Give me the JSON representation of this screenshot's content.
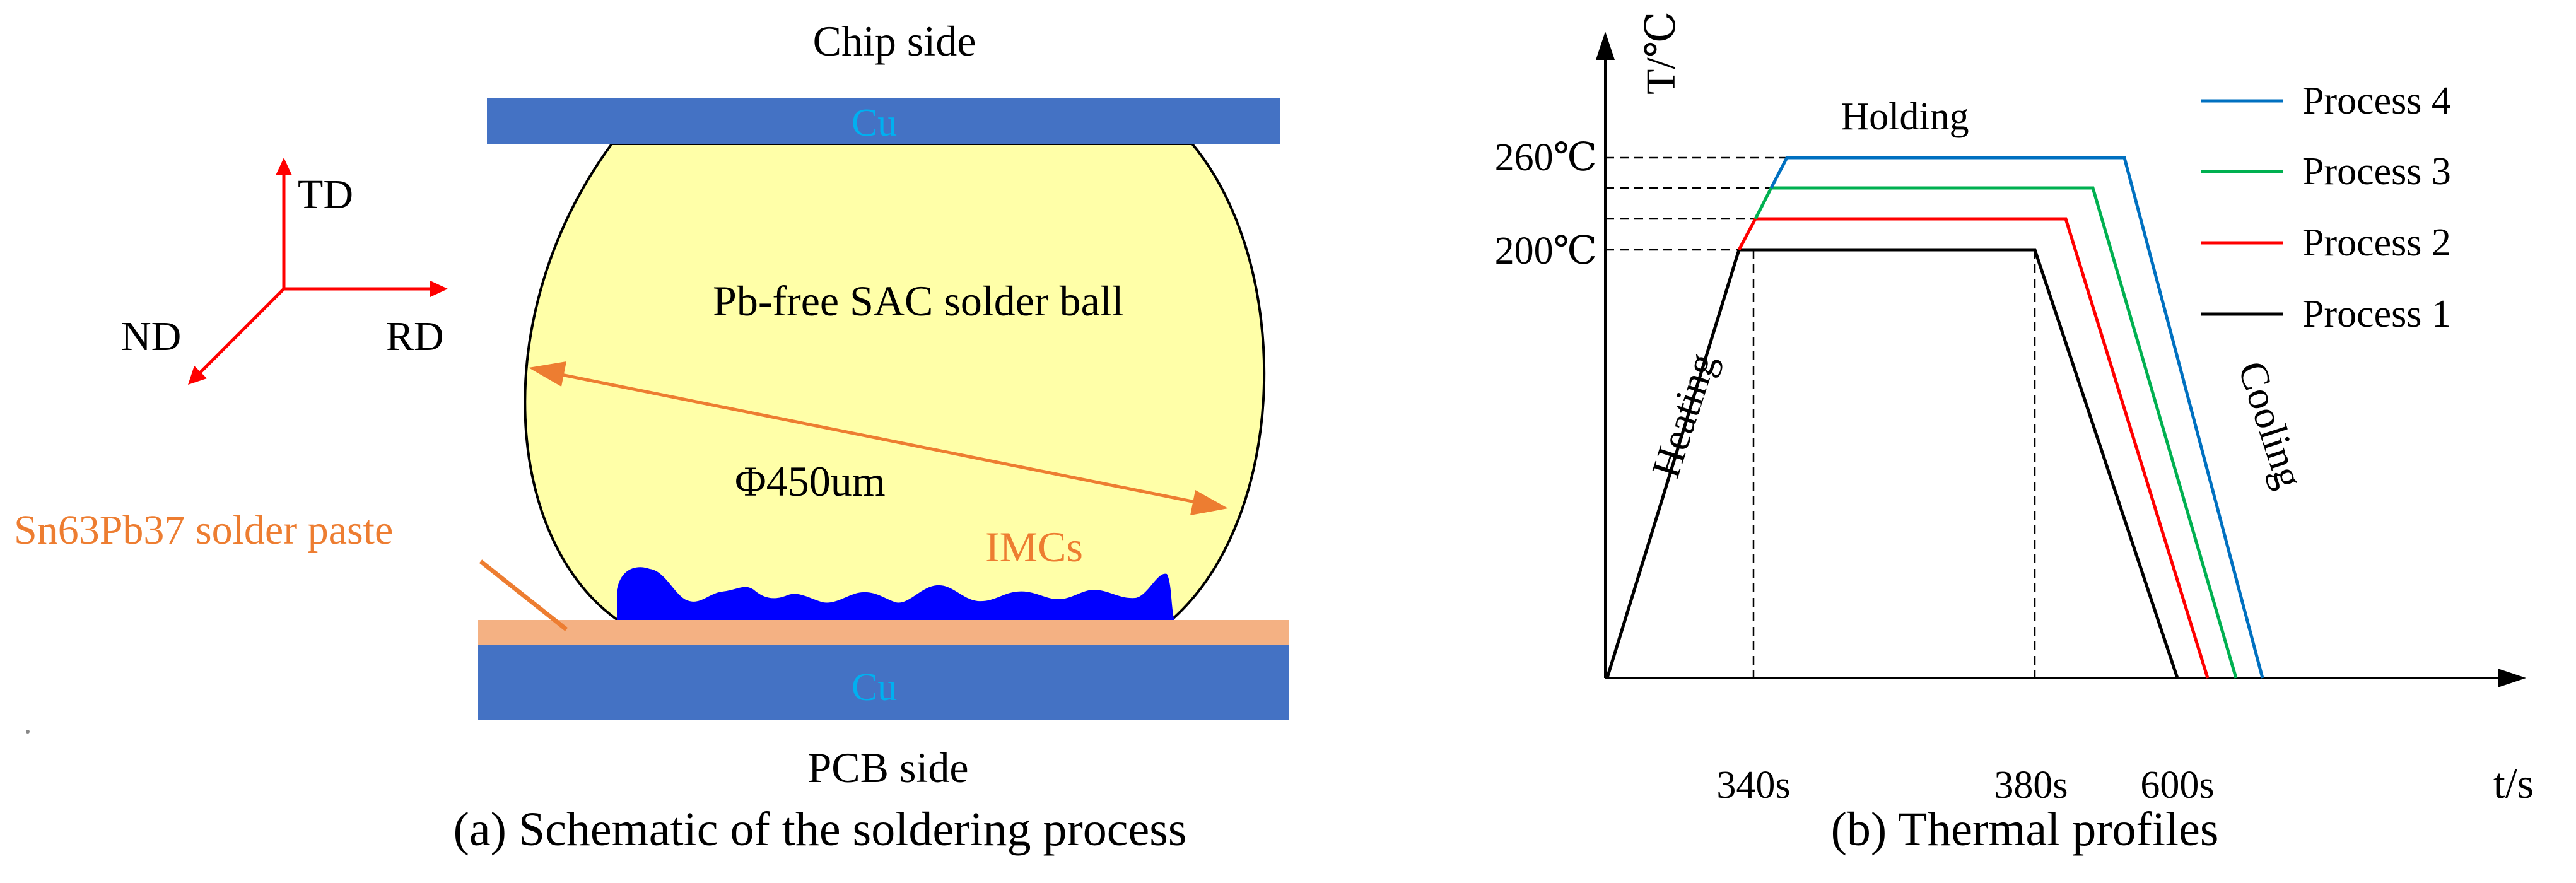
{
  "colors": {
    "copper": "#4472C4",
    "copper_text": "#00B0F0",
    "solder_ball": "#FFFFA8",
    "paste": "#F4B183",
    "imc": "#0000FF",
    "orange": "#ED7D31",
    "axis_red": "#FF0000",
    "black": "#000000",
    "process1": "#000000",
    "process2": "#FF0000",
    "process3": "#00B050",
    "process4": "#0070C0"
  },
  "panel_a": {
    "caption": "(a) Schematic of the soldering process",
    "chip_side": "Chip side",
    "pcb_side": "PCB side",
    "top_pad_label": "Cu",
    "bottom_pad_label": "Cu",
    "ball_label": "Pb-free SAC solder ball",
    "diameter_label": "Φ450um",
    "imc_label": "IMCs",
    "paste_label": "Sn63Pb37 solder paste",
    "axes": {
      "td": "TD",
      "rd": "RD",
      "nd": "ND"
    }
  },
  "panel_b": {
    "caption": "(b) Thermal profiles",
    "y_axis_label": "T/℃",
    "x_axis_label": "t/s",
    "y_ticks": [
      "260℃",
      "200℃"
    ],
    "x_ticks": [
      "340s",
      "380s",
      "600s"
    ],
    "stage_labels": {
      "heating": "Heating",
      "holding": "Holding",
      "cooling": "Cooling"
    },
    "legend": [
      "Process 4",
      "Process 3",
      "Process 2",
      "Process 1"
    ]
  }
}
